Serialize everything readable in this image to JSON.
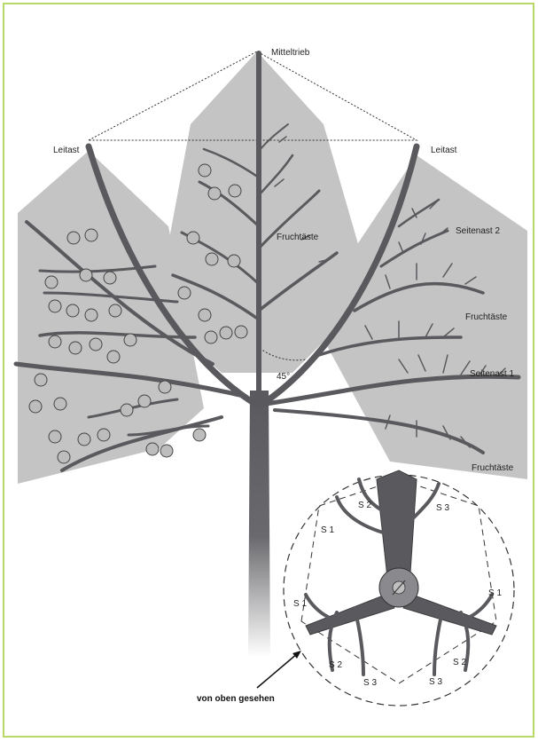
{
  "labels": {
    "mitteltrieb": "Mitteltrieb",
    "leitast_left": "Leitast",
    "leitast_right": "Leitast",
    "fruchtaeste_center": "Fruchtäste",
    "seitenast2": "Seitenast 2",
    "fruchtaeste_right": "Fruchtäste",
    "angle": "45°",
    "seitenast1": "Seitenast 1",
    "fruchtaeste_bottom": "Fruchtäste",
    "von_oben": "von oben gesehen"
  },
  "topview_labels": {
    "s2_top": "S 2",
    "s3_top": "S 3",
    "s1_top": "S 1",
    "s1_left": "S 1",
    "s1_right": "S 1",
    "s2_bl": "S 2",
    "s3_bl": "S 3",
    "s3_br": "S 3",
    "s2_br": "S 2"
  },
  "colors": {
    "background_shape": "#c4c4c4",
    "branch": "#5a5a5e",
    "frame": "#b8d96a",
    "apple": "#bdbdbd"
  }
}
